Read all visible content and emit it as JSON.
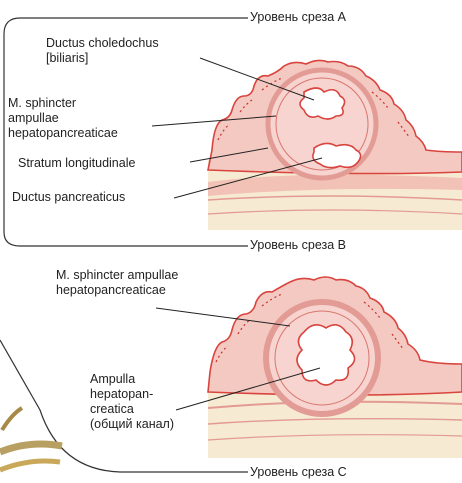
{
  "levels": {
    "a": "Уровень среза А",
    "b": "Уровень среза В",
    "c": "Уровень среза С"
  },
  "section_a": {
    "ductus_choledochus_line1": "Ductus choledochus",
    "ductus_choledochus_line2": "[biliaris]",
    "sphincter_line1": "M. sphincter",
    "sphincter_line2": "ampullae",
    "sphincter_line3": "hepatopancreaticae",
    "stratum": "Stratum longitudinale",
    "ductus_pancreaticus": "Ductus pancreaticus"
  },
  "section_b": {
    "sphincter_line1": "M. sphincter ampullae",
    "sphincter_line2": "hepatopancreaticae",
    "ampulla_line1": "Ampulla",
    "ampulla_line2": "hepatopan-",
    "ampulla_line3": "creatica",
    "ampulla_line4": "(общий канал)"
  },
  "colors": {
    "tissue": "#f4c9c2",
    "tissue_dark": "#d9443e",
    "muscle": "#e8a09a",
    "fat": "#f6ead2",
    "leader": "#222222"
  }
}
